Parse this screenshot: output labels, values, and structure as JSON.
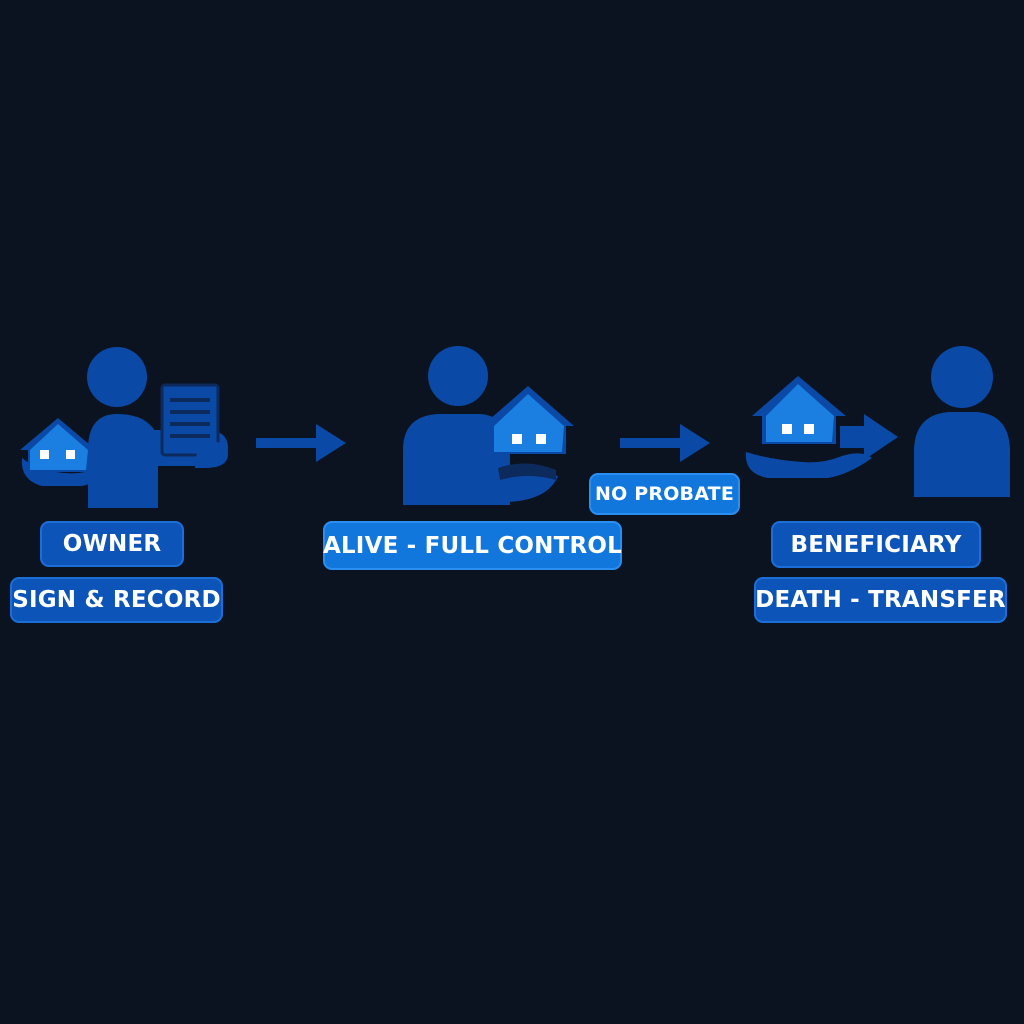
{
  "labels": {
    "owner": "OWNER",
    "sign_record": "SIGN & RECORD",
    "alive_full_control": "ALIVE - FULL CONTROL",
    "no_probate": "NO PROBATE",
    "beneficiary": "BENEFICIARY",
    "death_transfer": "DEATH - TRANSFER"
  },
  "icons": {
    "owner": "owner-with-house-and-deed-icon",
    "holder": "person-holding-house-icon",
    "transfer": "hand-house-transfer-icon",
    "beneficiary": "beneficiary-person-icon",
    "arrow": "right-arrow-icon"
  },
  "colors": {
    "background": "#0c1320",
    "figure": "#0a4aa6",
    "house": "#1a7fe0",
    "label_dark": "#0d54b8",
    "label_bright": "#1177dc",
    "text": "#ffffff"
  }
}
